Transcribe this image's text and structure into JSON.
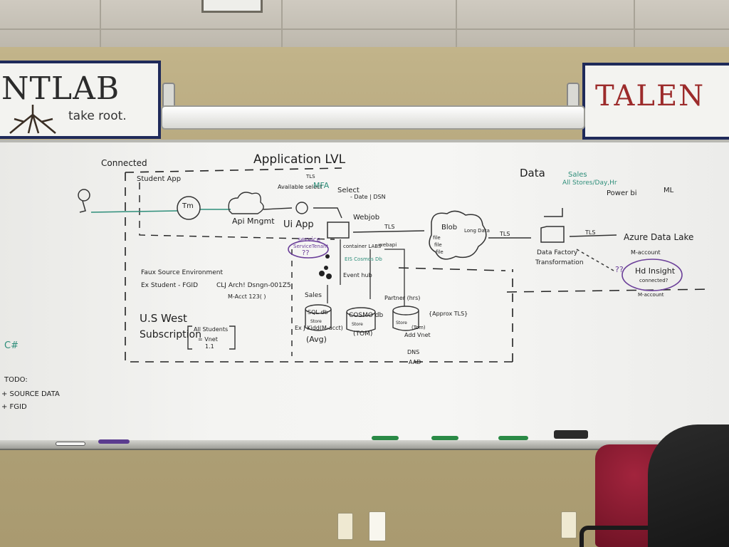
{
  "banners": {
    "left_logo": "NTLAB",
    "left_tagline": "take root.",
    "right_logo": "TALEN"
  },
  "whiteboard": {
    "connected": "Connected",
    "student_app": "Student App",
    "application_lvl": "Application LVL",
    "tm": "Tm",
    "api_mgmt": "Api Mngmt",
    "available_select": "Available select",
    "mfa": "MFA",
    "tls_top": "TLS",
    "select_date": "Select",
    "date_dsn": "- Date | DSN",
    "ui_app": "Ui App",
    "webjob": "Webjob",
    "tls_mid": "TLS",
    "service": "service",
    "service_tenant": "ServiceTenant",
    "qq": "??",
    "container_labs": "container LABS",
    "eis_cosmos_db": "EIS Cosmos Db",
    "webapi": "webapi",
    "event_hub": "Event hub",
    "blob": "Blob",
    "long_data": "Long Data",
    "file1": "file",
    "file2": "file",
    "file3": "file",
    "tls_blob": "TLS",
    "data": "Data",
    "sales": "Sales",
    "all_stores": "All Stores/Day,Hr",
    "power_bi": "Power bi",
    "ml": "ML",
    "tls_right": "TLS",
    "azure_data_lake": "Azure Data Lake",
    "m_account": "M-account",
    "data_factory": "Data Factory",
    "transformation": "Transformation",
    "qq2": "??",
    "hd_insight": "Hd Insight",
    "connected_q": "connected?",
    "m_account2": "M-account",
    "faux_source": "Faux Source Environment",
    "ex_student": "Ex Student - FGID",
    "clj_arch": "CLJ Arch! Dsngn-001Z5",
    "m_acct": "M-Acct 123(  )",
    "sales_db": "Sales",
    "sql_db": "SQL db",
    "sql_store": "Store",
    "ex_kidd": "Ex J Kidd(M-acct)",
    "avg": "(Avg)",
    "cosmo_db": "COSMO db",
    "cosmo_store": "Store",
    "tom": "(TOM)",
    "partner": "Partner (hrs)",
    "partner_store": "Store",
    "tom2": "(Tom)",
    "add_vnet": "Add Vnet",
    "approx_tls": "{Approx TLS}",
    "dns": "DNS",
    "aad": "AAD",
    "us_west": "U.S West",
    "subscription": "Subscription",
    "all_students": "All Students",
    "vnet": "= Vnet",
    "vnet_ver": "1.1",
    "ch": "C#",
    "todo": "TODO:",
    "todo_source": "+ SOURCE DATA",
    "todo_fgid": "+ FGID"
  }
}
